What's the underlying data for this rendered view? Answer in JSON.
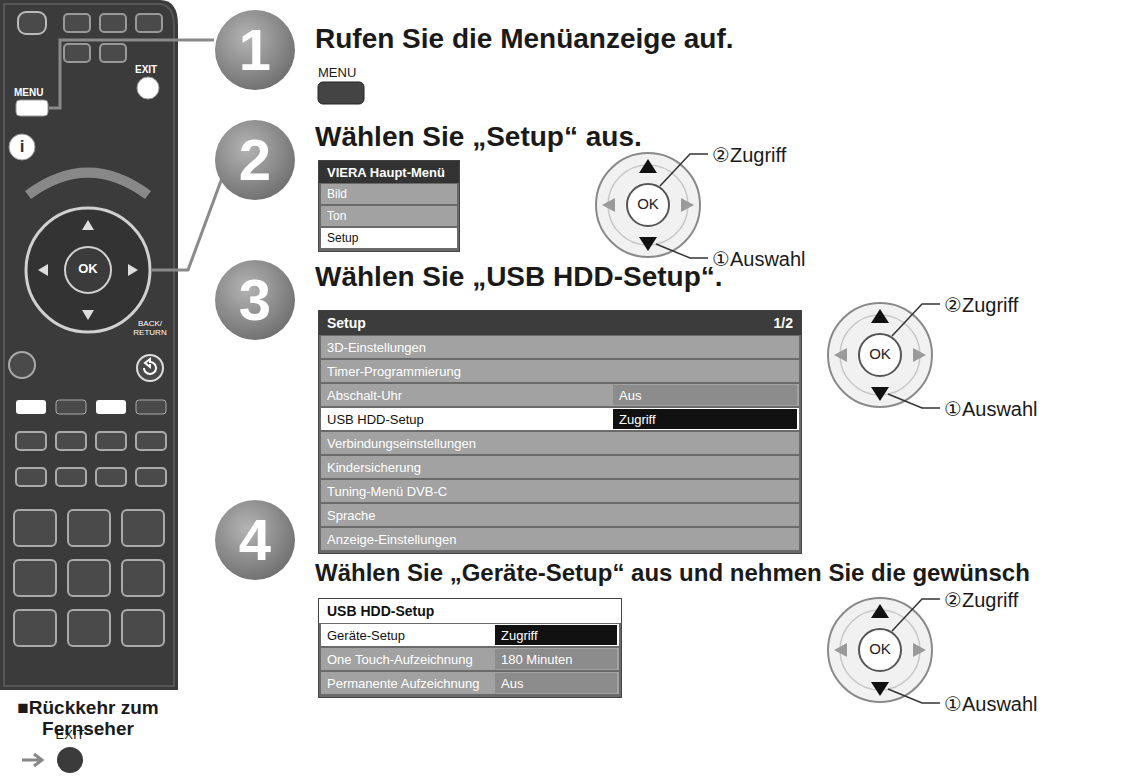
{
  "diagram": {
    "nodes": [
      {
        "text": [
          "VIERA Haupt-Menü"
        ]
      },
      {
        "text": [
          "Bild"
        ],
        "in": 0
      },
      {
        "text": [
          "Ton"
        ],
        "in": 0
      },
      {
        "text": [
          "Setup"
        ],
        "in": 0
      },
      {
        "text": [
          "Setup",
          "1/2"
        ]
      },
      {
        "text": [
          "3D-Einstellungen"
        ],
        "in": 4
      },
      {
        "text": [
          "Timer-Programmierung"
        ],
        "in": 4
      },
      {
        "text": [
          "Abschalt-Uhr",
          "Aus"
        ],
        "in": 4
      },
      {
        "text": [
          "USB HDD-Setup",
          "Zugriff"
        ],
        "in": 4
      },
      {
        "text": [
          "Verbindungseinstellungen"
        ],
        "in": 4
      },
      {
        "text": [
          "Kindersicherung"
        ],
        "in": 4
      },
      {
        "text": [
          "Tuning-Menü DVB-C"
        ],
        "in": 4
      },
      {
        "text": [
          "Sprache"
        ],
        "in": 4
      },
      {
        "text": [
          "Anzeige-Einstellungen"
        ],
        "in": 4
      },
      {
        "text": [
          "USB HDD-Setup"
        ]
      },
      {
        "text": [
          "Geräte-Setup",
          "Zugriff"
        ],
        "in": 14
      },
      {
        "text": [
          "One Touch-Aufzeichnung",
          "180 Minuten"
        ],
        "in": 14
      },
      {
        "text": [
          "Permanente Aufzeichnung",
          "Aus"
        ],
        "in": 14
      }
    ],
    "labels": [
      "MENU",
      "EXIT",
      "i",
      "OK",
      "BACK/ RETURN",
      "1",
      "2",
      "3",
      "4",
      "Rufen Sie die Menüanzeige auf.",
      "MENU",
      "Wählen Sie „Setup“ aus.",
      "②Zugriff",
      "①Auswahl",
      "OK",
      "Wählen Sie „USB HDD-Setup“.",
      "②Zugriff",
      "①Auswahl",
      "OK",
      "Wählen Sie „Geräte-Setup“ aus und nehmen Sie die gewünsch",
      "②Zugriff",
      "①Auswahl",
      "OK",
      "■Rückkehr zum Fernseher",
      "EXIT"
    ]
  }
}
